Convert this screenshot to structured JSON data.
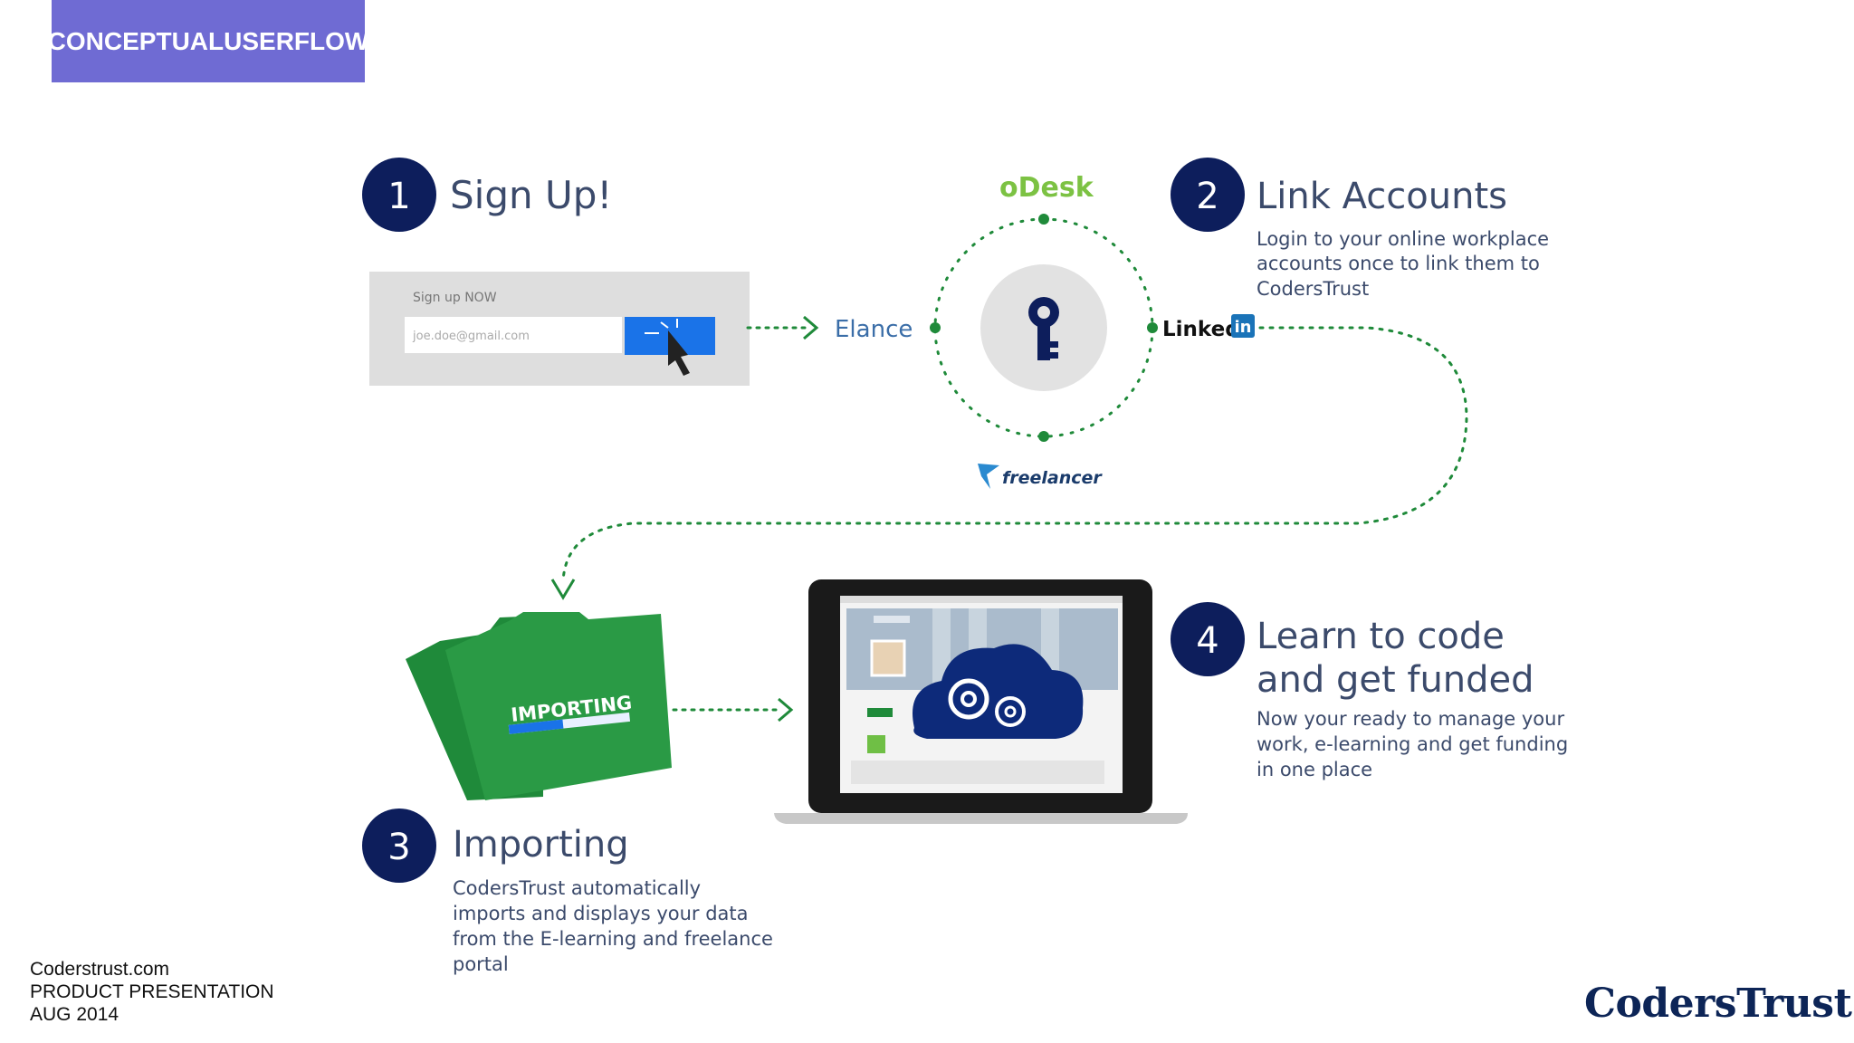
{
  "slide": {
    "title_line1": "CONCEPTUAL",
    "title_line2": "USERFLOW",
    "footer": [
      "Coderstrust.com",
      "PRODUCT PRESENTATION",
      "AUG 2014"
    ],
    "brand": "CodersTrust"
  },
  "colors": {
    "title_bg": "#6f6bd3",
    "navy": "#0d1e5c",
    "green": "#1f8a3a",
    "blue": "#1a73e8",
    "text": "#3b4a6b"
  },
  "steps": [
    {
      "number": "1",
      "title": "Sign Up!"
    },
    {
      "number": "2",
      "title": "Link Accounts",
      "body": [
        "Login to your online workplace",
        "accounts once to link them to",
        "CodersTrust"
      ]
    },
    {
      "number": "3",
      "title": "Importing",
      "body": [
        "CodersTrust automatically",
        "imports and displays your data",
        "from the E-learning and freelance",
        "portal"
      ]
    },
    {
      "number": "4",
      "title_lines": [
        "Learn to code",
        "and get funded"
      ],
      "body": [
        "Now your ready to manage your",
        "work, e-learning and get funding",
        "in one place"
      ]
    }
  ],
  "signup": {
    "label": "Sign up NOW",
    "placeholder": "joe.doe@gmail.com"
  },
  "logos": {
    "odesk": "oDesk",
    "elance": "Elance",
    "linkedin": "Linked",
    "linkedin_in": "in",
    "freelancer": "freelancer"
  },
  "folder_label": "IMPORTING",
  "icons": [
    "key-icon",
    "cloud-gears-icon",
    "cursor-icon",
    "folder-icon",
    "laptop-icon"
  ]
}
